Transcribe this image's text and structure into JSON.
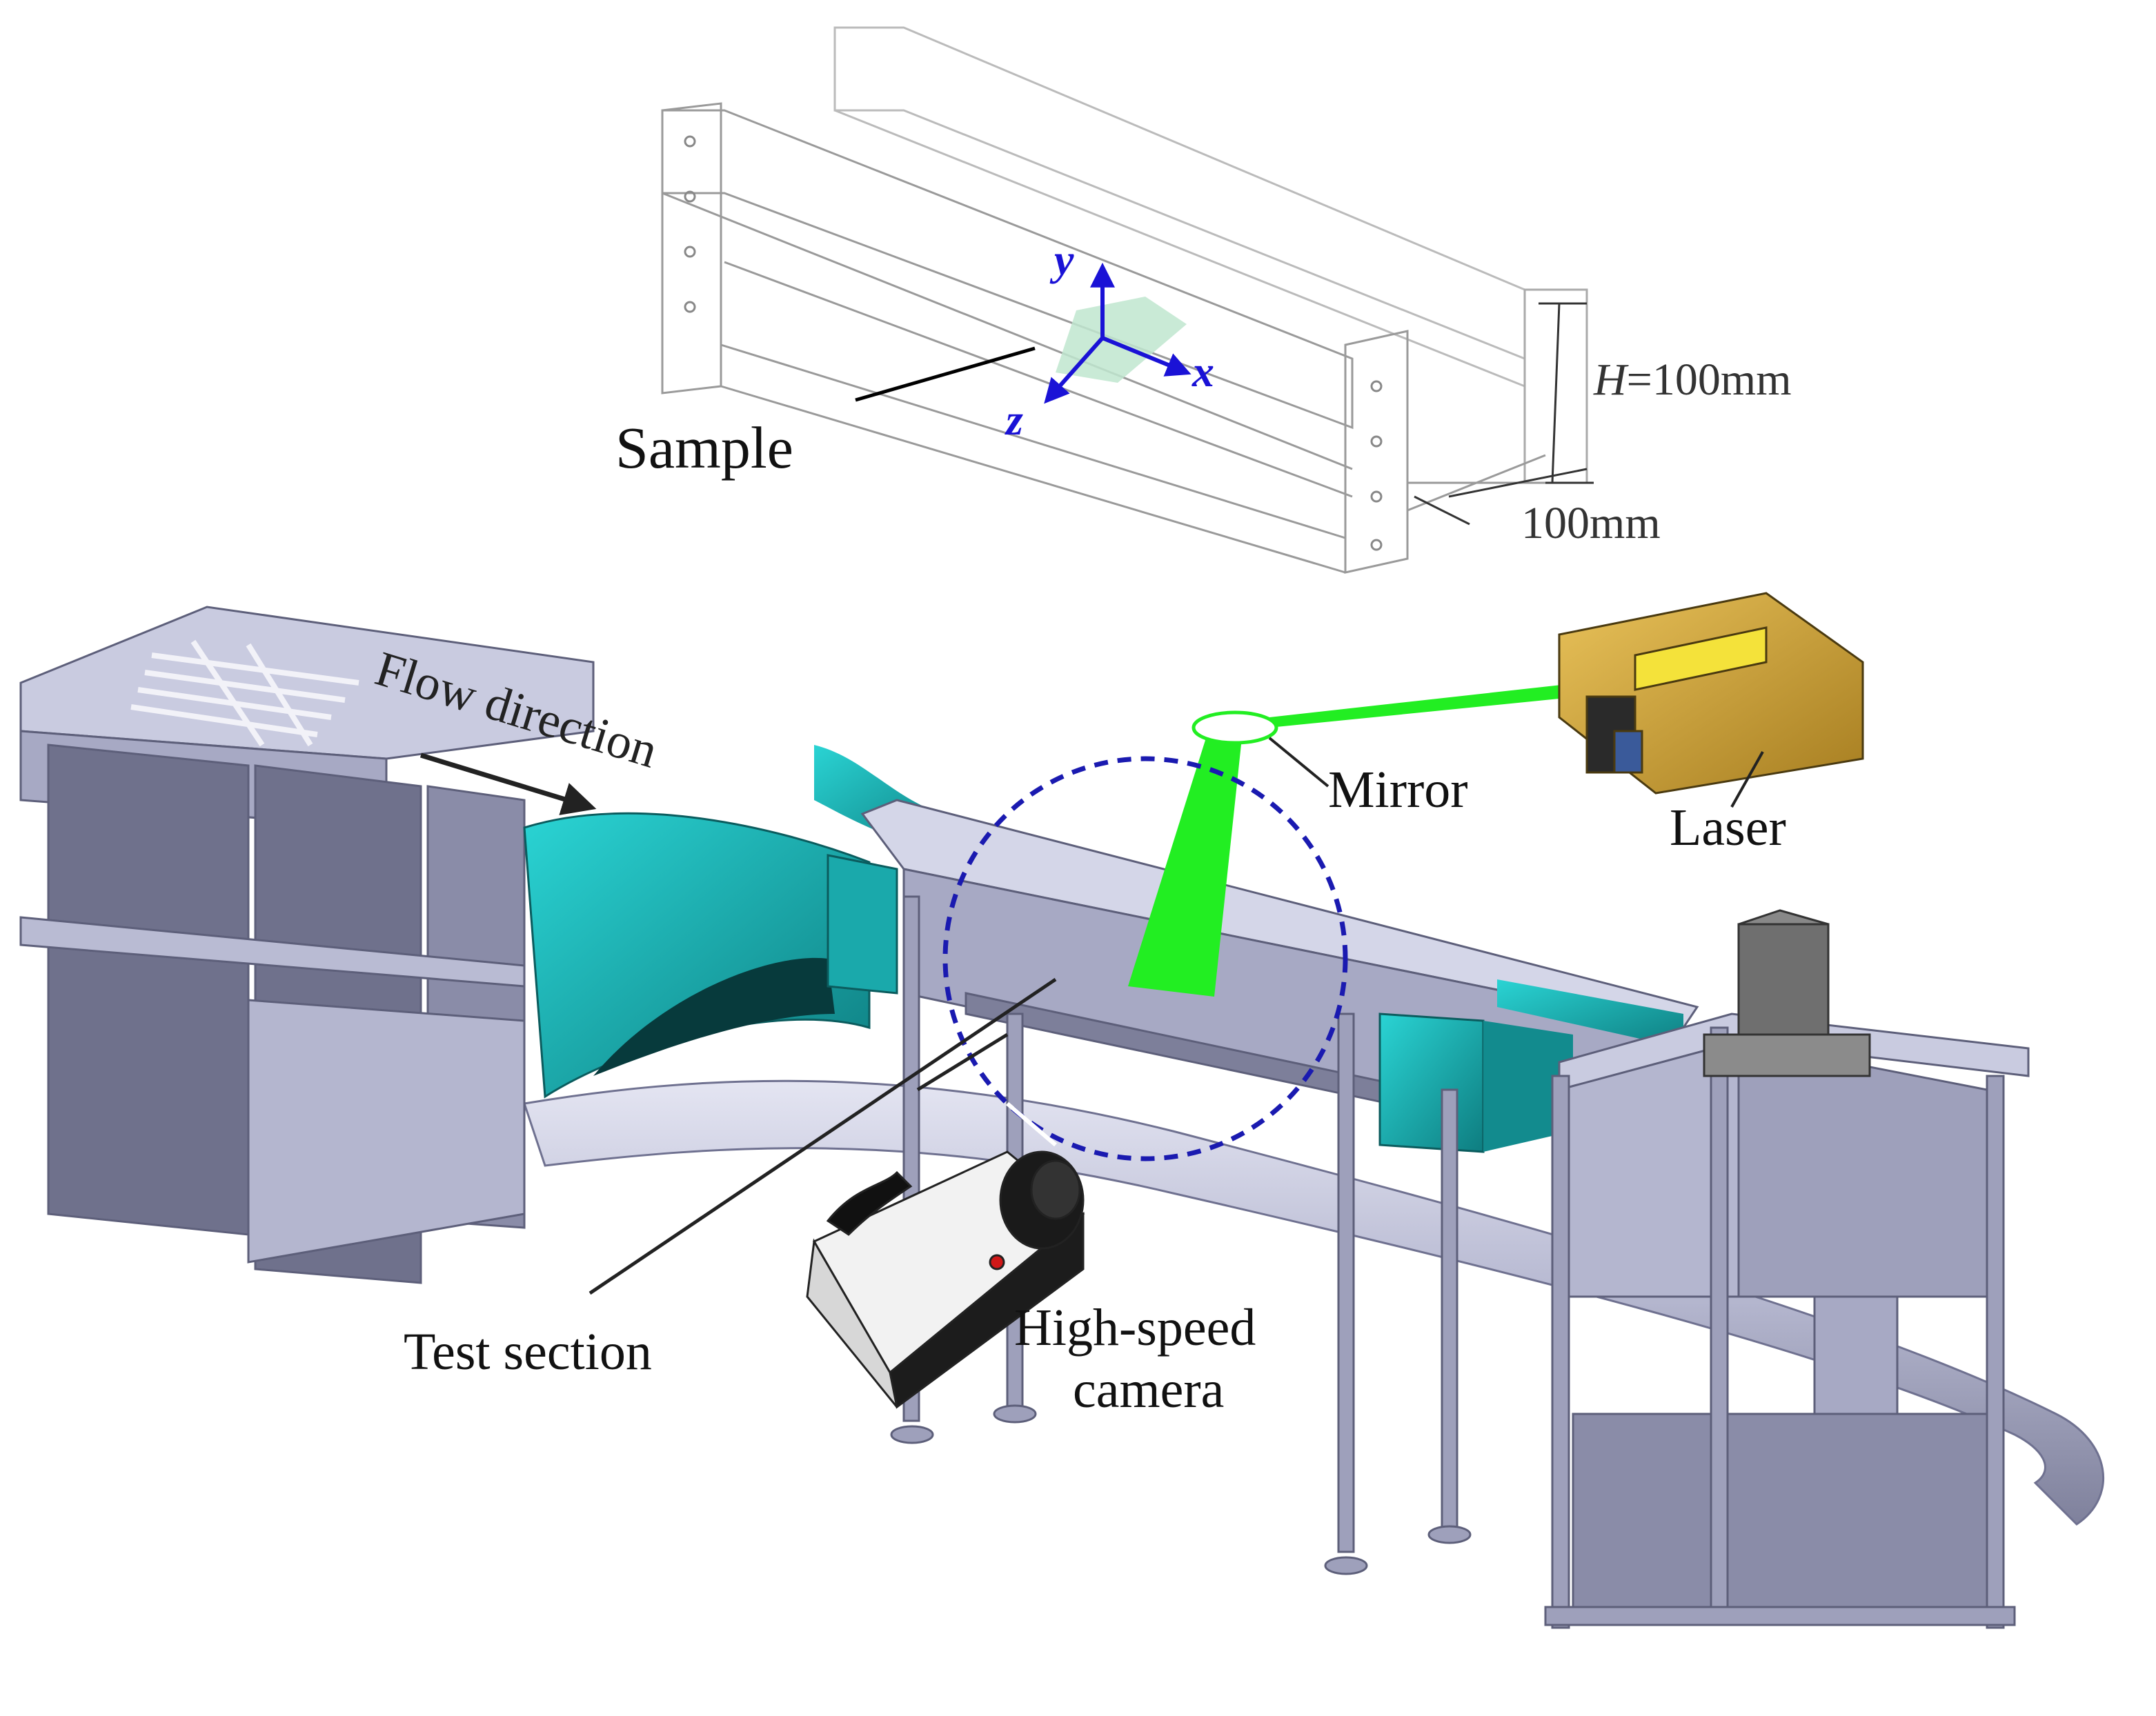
{
  "labels": {
    "sample": "Sample",
    "flow_direction": "Flow direction",
    "mirror": "Mirror",
    "laser": "Laser",
    "test_section": "Test section",
    "camera_line1": "High-speed",
    "camera_line2": "camera",
    "height_dim_var": "H",
    "height_dim_value": "=100mm",
    "width_dim": "100mm"
  },
  "axes": {
    "x": "x",
    "y": "y",
    "z": "z"
  },
  "colors": {
    "frame": "#a7a9c4",
    "frame_dark": "#7d7f9a",
    "frame_light": "#c9cbe0",
    "teal": "#1fc0c0",
    "teal_dark": "#0e6d70",
    "laser_green": "#22ee22",
    "axis_blue": "#1a12d6",
    "circle_blue": "#1a1ab0",
    "sample_plane": "#bfe6cf",
    "laser_gold": "#d4a93a"
  }
}
